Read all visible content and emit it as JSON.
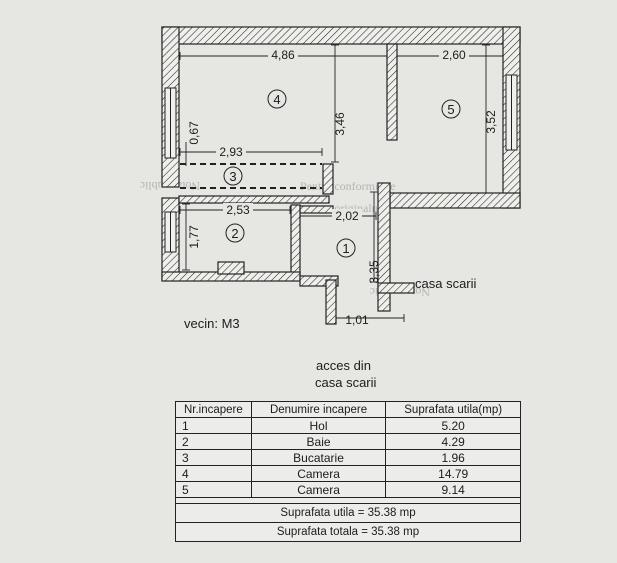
{
  "plan": {
    "rooms": [
      "1",
      "2",
      "3",
      "4",
      "5"
    ],
    "dimensions": {
      "width_room4": "4,86",
      "width_room5": "2,60",
      "height_room4": "3,46",
      "height_room5": "3,52",
      "width_kitchen": "2,93",
      "height_kitchen": "0,67",
      "width_bath": "2,53",
      "height_bath": "1,77",
      "width_hall": "2,02",
      "height_hall": "3,35",
      "width_entry": "1,01"
    },
    "labels": {
      "neighbor": "vecin: M3",
      "stairwell": "casa scarii",
      "access_line1": "acces din",
      "access_line2": "casa scarii"
    }
  },
  "table": {
    "headers": [
      "Nr.incapere",
      "Denumire incapere",
      "Suprafata utila(mp)"
    ],
    "rows": [
      {
        "nr": "1",
        "name": "Hol",
        "area": "5.20"
      },
      {
        "nr": "2",
        "name": "Baie",
        "area": "4.29"
      },
      {
        "nr": "3",
        "name": "Bucatarie",
        "area": "1.96"
      },
      {
        "nr": "4",
        "name": "Camera",
        "area": "14.79"
      },
      {
        "nr": "5",
        "name": "Camera",
        "area": "9.14"
      }
    ],
    "total_useful": "Suprafata utila  =  35.38 mp",
    "total_total": "Suprafata totala  =  35.38 mp"
  }
}
